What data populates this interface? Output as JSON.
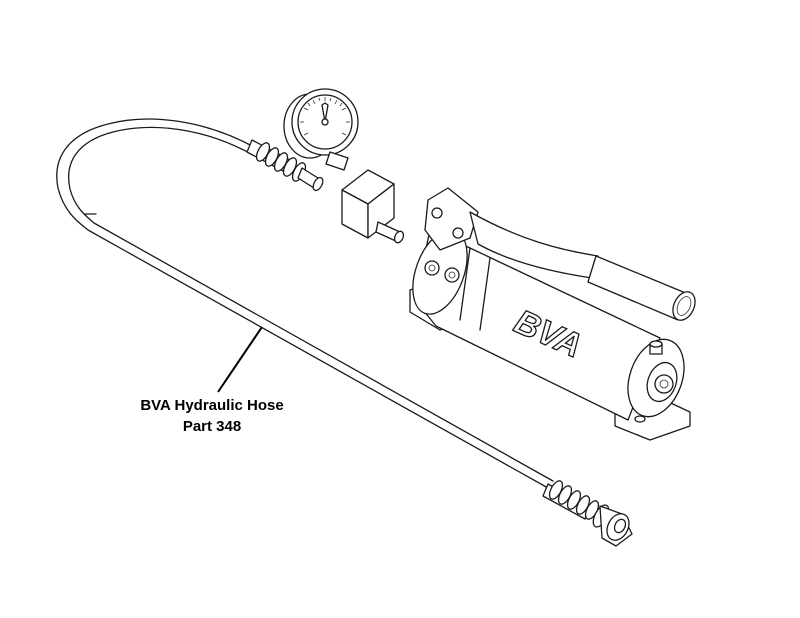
{
  "callout": {
    "line1": "BVA Hydraulic Hose",
    "line2": "Part 348"
  },
  "parts": {
    "pump_logo": "BVA"
  },
  "colors": {
    "ink": "#1a1a1a",
    "background": "#ffffff"
  }
}
